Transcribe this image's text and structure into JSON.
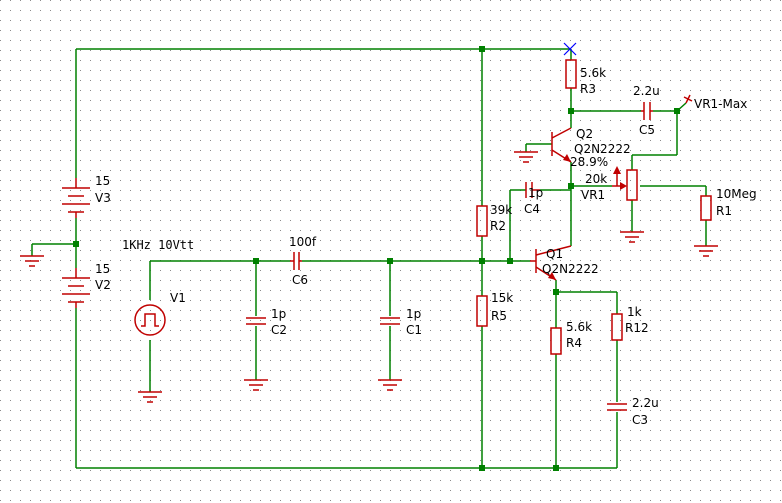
{
  "colors": {
    "wire": "#008000",
    "component": "#c00000",
    "marker": "#0000ff",
    "grid": "#8a8a8a"
  },
  "components": {
    "v3": {
      "value": "15",
      "ref": "V3"
    },
    "v2": {
      "value": "15",
      "ref": "V2"
    },
    "v1": {
      "value": "1KHz 10Vtt",
      "ref": "V1"
    },
    "c6": {
      "value": "100f",
      "ref": "C6"
    },
    "c2": {
      "value": "1p",
      "ref": "C2"
    },
    "c1": {
      "value": "1p",
      "ref": "C1"
    },
    "r2": {
      "value": "39k",
      "ref": "R2"
    },
    "r5": {
      "value": "15k",
      "ref": "R5"
    },
    "r3": {
      "value": "5.6k",
      "ref": "R3"
    },
    "c5": {
      "value": "2.2u",
      "ref": "C5"
    },
    "probe": {
      "label": "VR1-Max"
    },
    "q2": {
      "ref": "Q2",
      "model": "Q2N2222"
    },
    "vr1": {
      "value": "20k",
      "ref": "VR1",
      "position": "28.9%"
    },
    "r1": {
      "value": "10Meg",
      "ref": "R1"
    },
    "c4": {
      "value": "1p",
      "ref": "C4"
    },
    "q1": {
      "ref": "Q1",
      "model": "Q2N2222"
    },
    "r4": {
      "value": "5.6k",
      "ref": "R4"
    },
    "r12": {
      "value": "1k",
      "ref": "R12"
    },
    "c3": {
      "value": "2.2u",
      "ref": "C3"
    }
  }
}
